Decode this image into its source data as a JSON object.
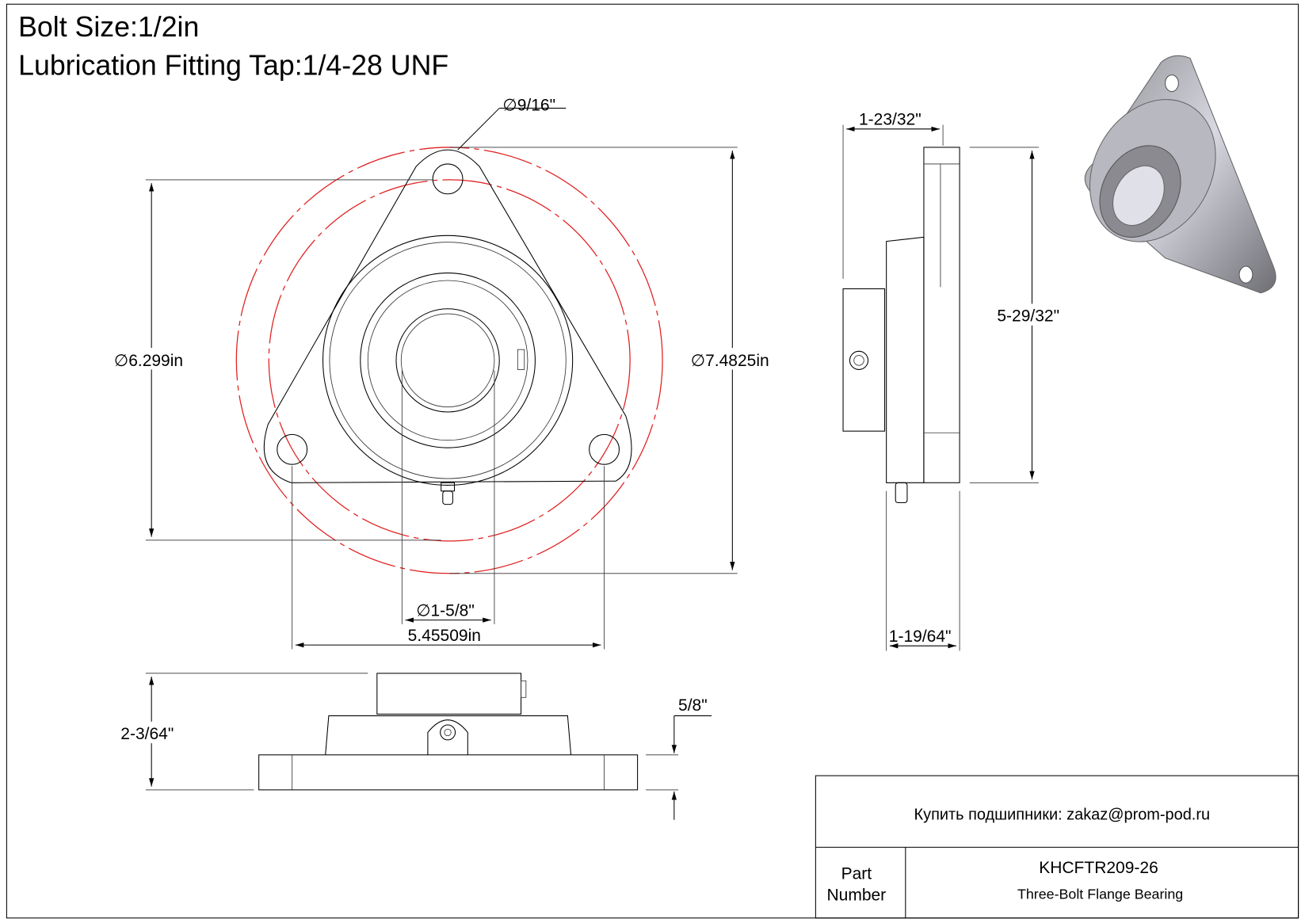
{
  "header": {
    "bolt_size": "Bolt Size:1/2in",
    "lubrication": "Lubrication Fitting Tap:1/4-28 UNF"
  },
  "dimensions": {
    "bolt_hole": "∅9/16\"",
    "bolt_circle": "∅6.299in",
    "outer_diameter": "∅7.4825in",
    "bore": "∅1-5/8\"",
    "hole_spacing": "5.45509in",
    "side_width": "1-23/32\"",
    "side_height": "5-29/32\"",
    "side_base": "1-19/64\"",
    "bottom_height": "2-3/64\"",
    "flange_thickness": "5/8\""
  },
  "title_block": {
    "contact": "Купить подшипники: zakaz@prom-pod.ru",
    "part_label_1": "Part",
    "part_label_2": "Number",
    "part_number": "KHCFTR209-26",
    "description": "Three-Bolt Flange Bearing"
  },
  "colors": {
    "centerline": "#e02020"
  }
}
